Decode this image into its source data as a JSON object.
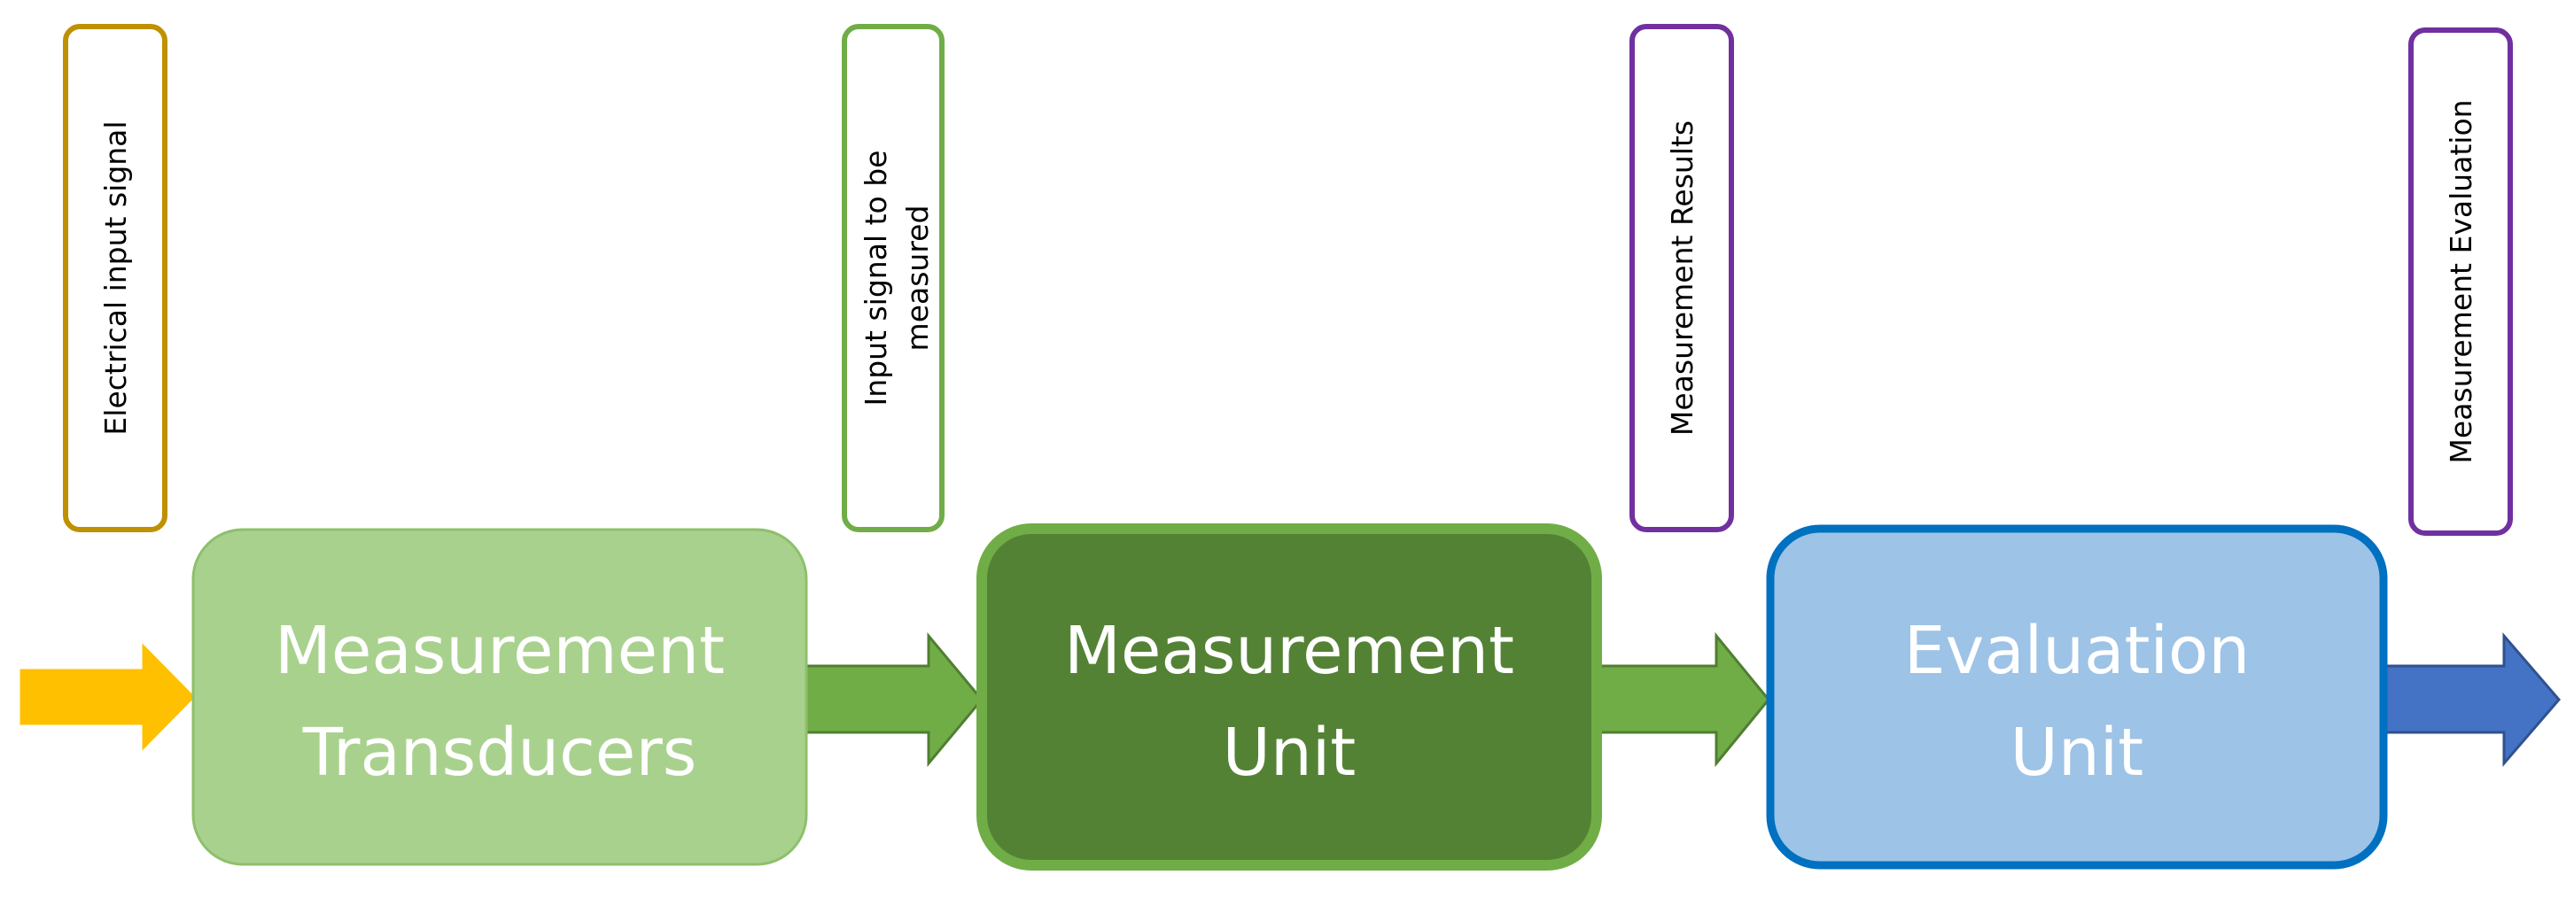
{
  "labels": [
    {
      "id": "electrical-input-signal",
      "lines": [
        "Electrical input  signal"
      ],
      "color": "#BF9000"
    },
    {
      "id": "input-signal-to-be-measured",
      "lines": [
        "Input signal to be",
        "measured"
      ],
      "color": "#70AD47"
    },
    {
      "id": "measurement-results",
      "lines": [
        "Measurement Results"
      ],
      "color": "#7030A0"
    },
    {
      "id": "measurement-evaluation",
      "lines": [
        "Measurement Evaluation"
      ],
      "color": "#7030A0"
    }
  ],
  "blocks": [
    {
      "id": "measurement-transducers",
      "lines": [
        "Measurement",
        "Transducers"
      ],
      "fill": "#A9D18E",
      "stroke": "#8DC06B"
    },
    {
      "id": "measurement-unit",
      "lines": [
        "Measurement",
        "Unit"
      ],
      "fill": "#548235",
      "stroke": "#70AD47"
    },
    {
      "id": "evaluation-unit",
      "lines": [
        "Evaluation",
        "Unit"
      ],
      "fill": "#9DC3E6",
      "stroke": "#0070C0"
    }
  ],
  "arrows": [
    {
      "id": "input-arrow",
      "fill": "#FFC000",
      "stroke": "#FFC000"
    },
    {
      "id": "transducers-to-unit-arrow",
      "fill": "#70AD47",
      "stroke": "#507E32"
    },
    {
      "id": "unit-to-evaluation-arrow",
      "fill": "#70AD47",
      "stroke": "#507E32"
    },
    {
      "id": "output-arrow",
      "fill": "#4472C4",
      "stroke": "#2F528F"
    }
  ]
}
